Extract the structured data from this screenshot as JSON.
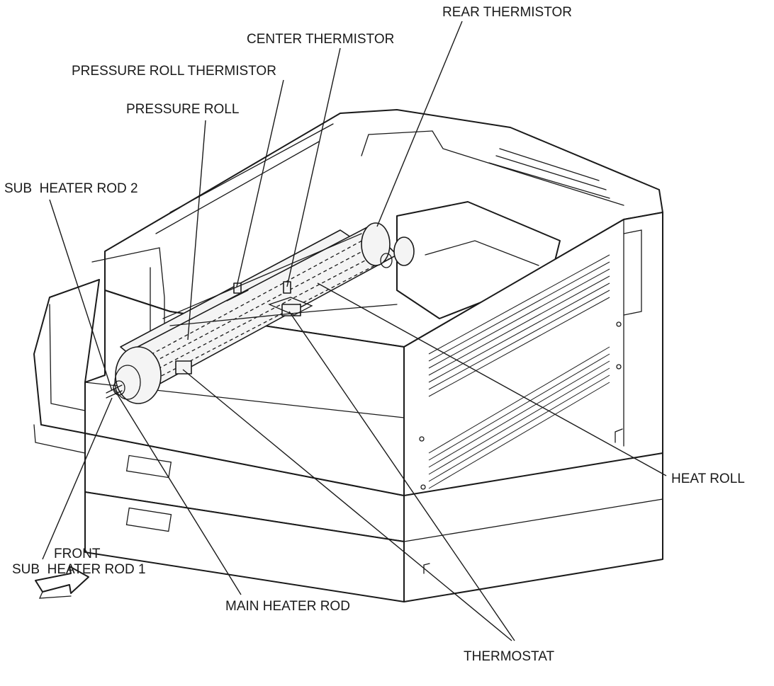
{
  "labels": {
    "rear_thermistor": "REAR THERMISTOR",
    "center_thermistor": "CENTER THERMISTOR",
    "pressure_roll_thermistor": "PRESSURE ROLL THERMISTOR",
    "pressure_roll": "PRESSURE ROLL",
    "sub_heater_rod_2": "SUB  HEATER ROD 2",
    "heat_roll": "HEAT ROLL",
    "sub_heater_rod_1": "SUB  HEATER ROD 1",
    "front": "FRONT",
    "main_heater_rod": "MAIN HEATER ROD",
    "thermostat": "THERMOSTAT"
  },
  "colors": {
    "line": "#1a1a1a",
    "background": "#ffffff"
  }
}
